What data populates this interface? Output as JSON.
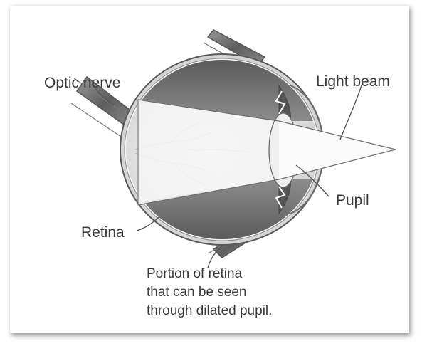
{
  "labels": {
    "optic_nerve": "Optic nerve",
    "light_beam": "Light beam",
    "pupil": "Pupil",
    "retina": "Retina",
    "caption_lines": [
      "Portion of retina",
      "that can be seen",
      "through dilated pupil."
    ]
  },
  "colors": {
    "label_text": "#3a3a3a",
    "outline": "#5a5a5a",
    "dark_shading": "#6f6f6f",
    "light_interior": "#e9e9e9",
    "beam": "#f2f2f2"
  }
}
